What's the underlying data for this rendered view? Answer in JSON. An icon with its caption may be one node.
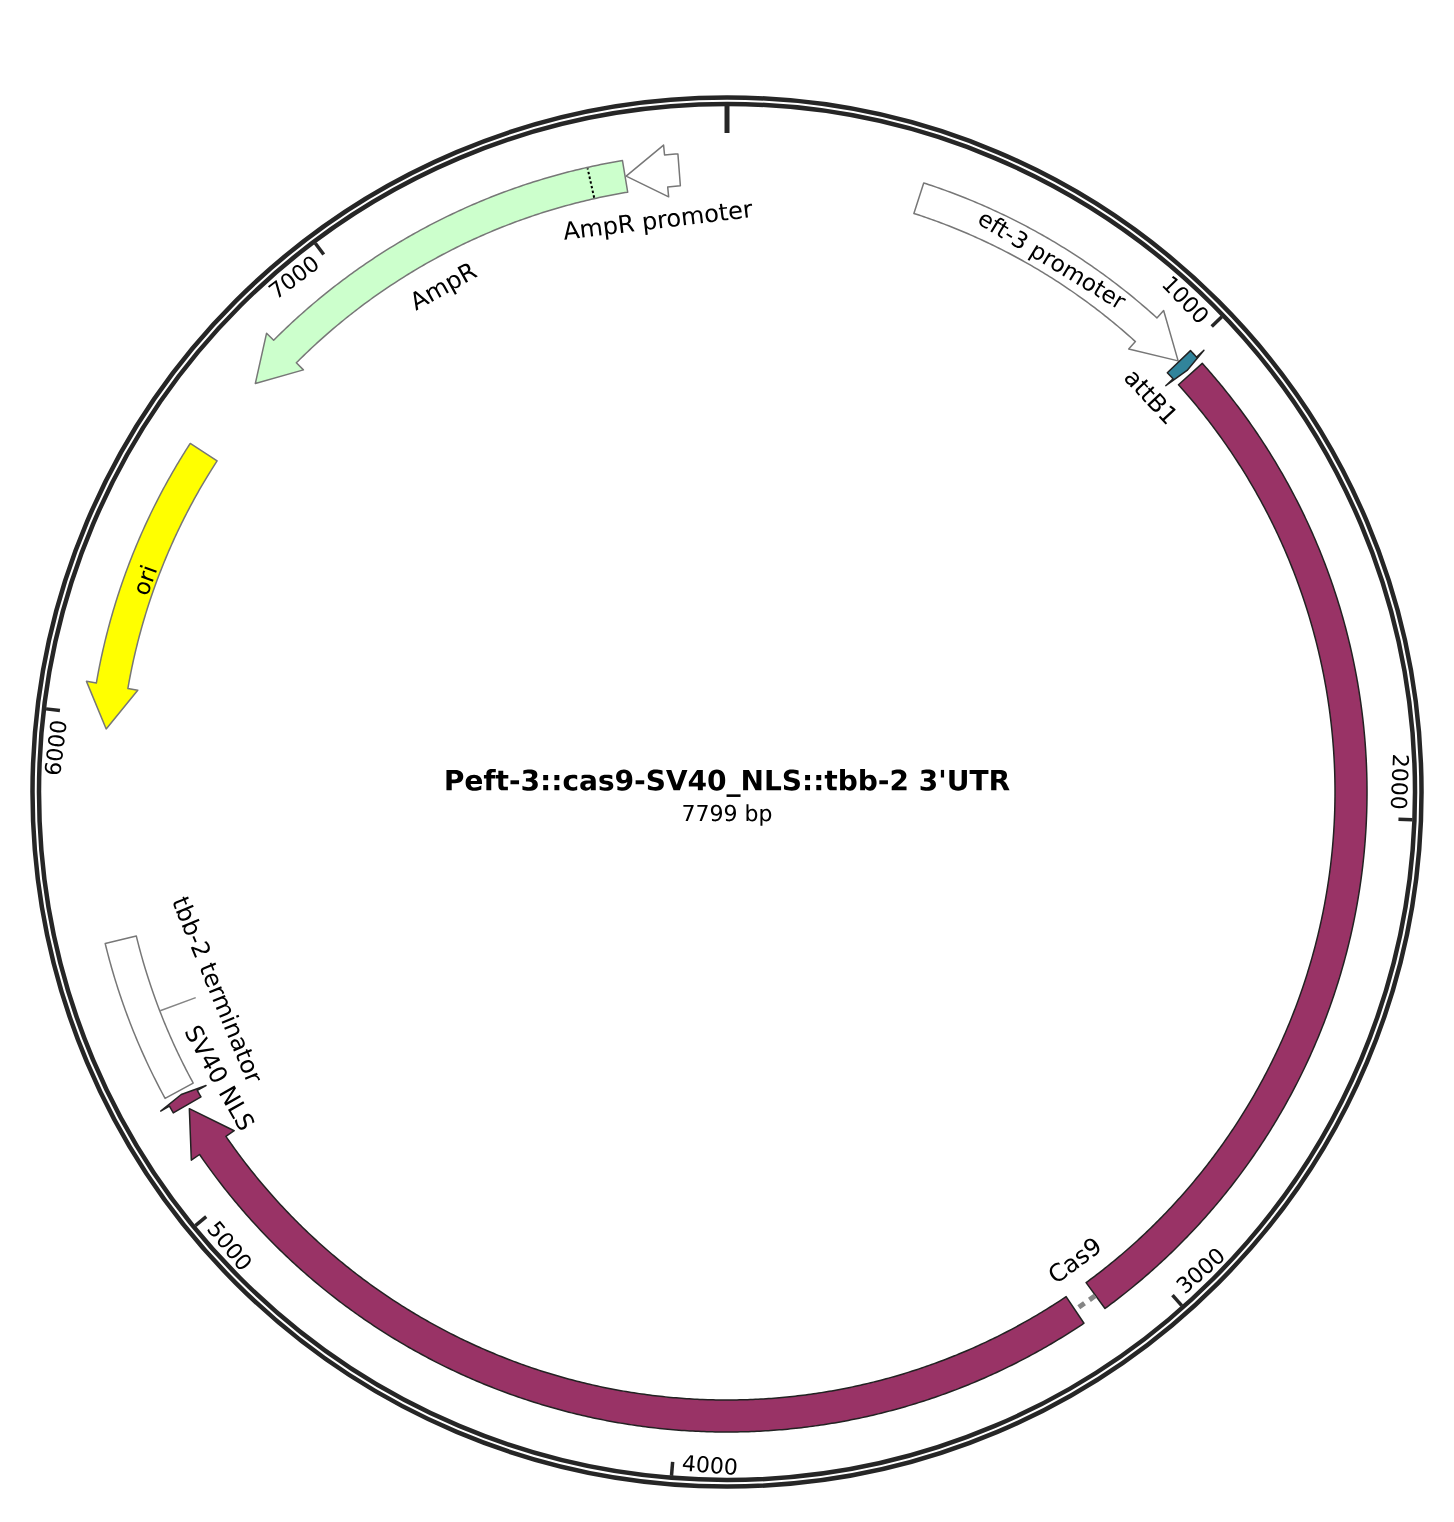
{
  "diagram": {
    "title": "Peft-3::cas9-SV40_NLS::tbb-2 3'UTR",
    "nodes": [
      {
        "text": [],
        "shape": "arrow",
        "beside": [
          "AmpR promoter"
        ]
      },
      {
        "text": [
          "eft-3 promoter"
        ]
      },
      {
        "text": [],
        "shape": "arrow",
        "beside": [
          "AmpR"
        ]
      },
      {
        "text": [],
        "shape": "arrow",
        "beside": [
          "attB1"
        ]
      },
      {
        "text": [],
        "shape": "bar",
        "beside": [
          "Cas9"
        ]
      },
      {
        "text": [
          "ori"
        ]
      },
      {
        "text": [
          "tbb-2 terminator"
        ]
      },
      {
        "text": [],
        "shape": "box"
      },
      {
        "text": [],
        "shape": "arrow",
        "beside": [
          "SV40 NLS"
        ]
      },
      {
        "text": [],
        "shape": "arrow"
      }
    ],
    "edges": [
      {
        "from": 6,
        "to": 7,
        "arrow": "none"
      },
      {
        "from": 4,
        "to": 9,
        "arrow": "none",
        "style": "dashed"
      }
    ],
    "labels": [
      "7799 bp",
      "1000",
      "2000",
      "3000",
      "4000",
      "5000",
      "6000",
      "7000"
    ]
  }
}
